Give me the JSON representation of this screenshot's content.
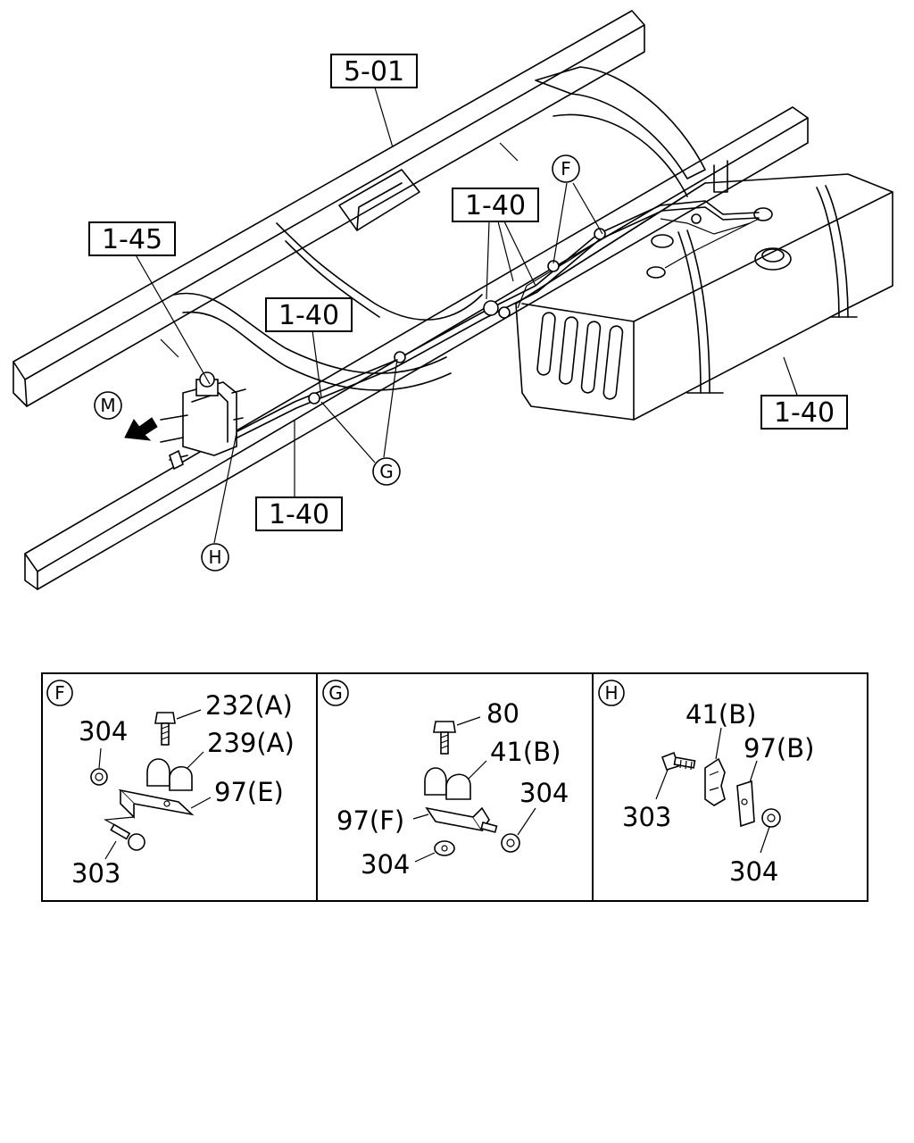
{
  "ref_boxes": {
    "frame": "5-01",
    "valve": "1-45",
    "pipe_center": "1-40",
    "pipe_left": "1-40",
    "pipe_lower": "1-40",
    "pipe_tank": "1-40"
  },
  "markers": {
    "f": "F",
    "g": "G",
    "h": "H",
    "m": "M"
  },
  "details": {
    "f": {
      "title": "F",
      "labels": {
        "bolt": "232(A)",
        "clip": "239(A)",
        "nut": "304",
        "bracket": "97(E)",
        "screw": "303"
      }
    },
    "g": {
      "title": "G",
      "labels": {
        "bolt": "80",
        "clip": "41(B)",
        "bracket": "97(F)",
        "nut_right": "304",
        "nut_bottom": "304"
      }
    },
    "h": {
      "title": "H",
      "labels": {
        "clip": "41(B)",
        "plate": "97(B)",
        "bolt": "303",
        "nut": "304"
      }
    }
  }
}
